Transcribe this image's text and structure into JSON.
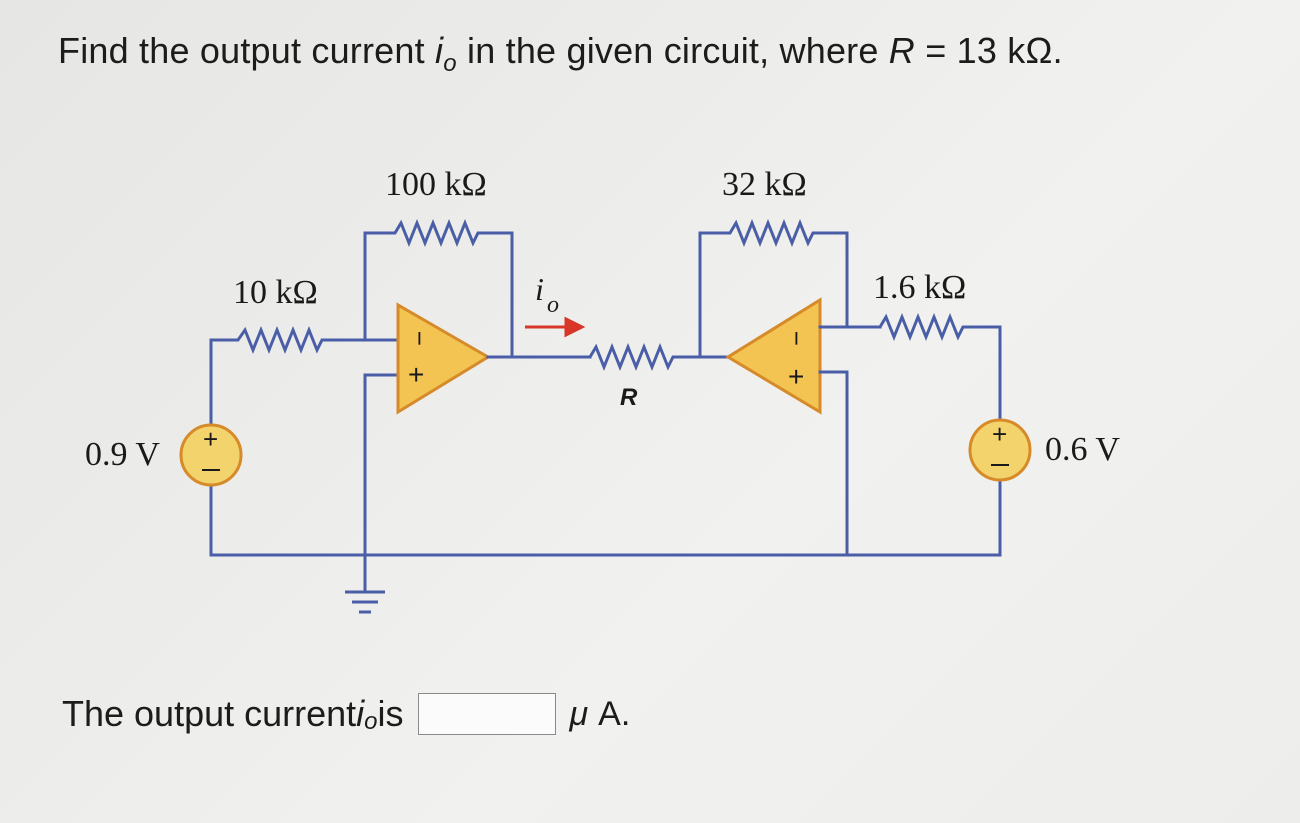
{
  "question": {
    "text_before": "Find the output current ",
    "var_i": "i",
    "var_sub": "o",
    "text_mid": " in the given circuit, where ",
    "var_R": "R",
    "text_after": " = 13 kΩ."
  },
  "circuit": {
    "resistor_feedback_left": "100 kΩ",
    "resistor_input_left": "10 kΩ",
    "resistor_feedback_right": "32 kΩ",
    "resistor_input_right": "1.6 kΩ",
    "resistor_R": "R",
    "current_label_i": "i",
    "current_label_sub": "o",
    "source_left": "0.9 V",
    "source_right": "0.6 V",
    "plus_sign": "+",
    "minus_sign": "−",
    "colors": {
      "wire": "#4a5ea8",
      "opamp_fill": "#f3c451",
      "opamp_stroke": "#d68a2a",
      "arrow": "#d9362a"
    }
  },
  "answer": {
    "prefix": "The output current ",
    "var_i": "i",
    "var_sub": "o",
    "is_word": " is",
    "input_value": "",
    "unit_mu": "μ",
    "unit_a": "A."
  }
}
